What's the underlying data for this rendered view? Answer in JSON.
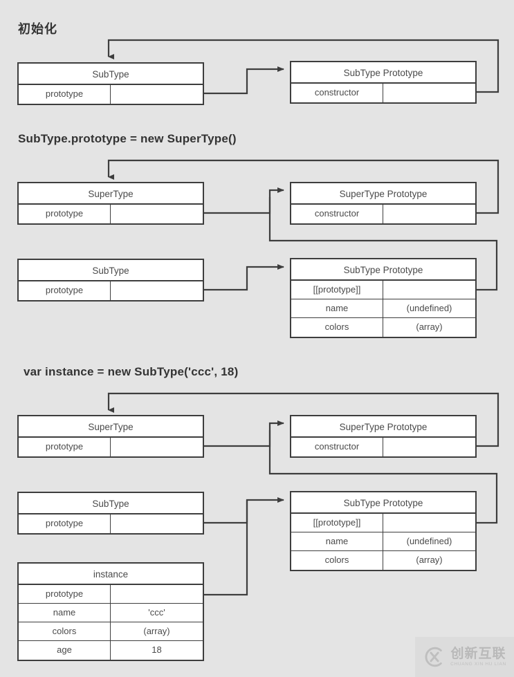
{
  "background_color": "#e4e4e4",
  "line_color": "#3d3d3d",
  "box_fill": "#ffffff",
  "text_color": "#4a4a4a",
  "sections": [
    {
      "title": "初始化",
      "boxes": {
        "subtype": {
          "header": "SubType",
          "rows": [
            {
              "key": "prototype",
              "value": ""
            }
          ]
        },
        "subtype_prototype": {
          "header": "SubType Prototype",
          "rows": [
            {
              "key": "constructor",
              "value": ""
            }
          ]
        }
      }
    },
    {
      "title": "SubType.prototype = new SuperType()",
      "boxes": {
        "supertype": {
          "header": "SuperType",
          "rows": [
            {
              "key": "prototype",
              "value": ""
            }
          ]
        },
        "supertype_prototype": {
          "header": "SuperType Prototype",
          "rows": [
            {
              "key": "constructor",
              "value": ""
            }
          ]
        },
        "subtype": {
          "header": "SubType",
          "rows": [
            {
              "key": "prototype",
              "value": ""
            }
          ]
        },
        "subtype_prototype": {
          "header": "SubType Prototype",
          "rows": [
            {
              "key": "[[prototype]]",
              "value": ""
            },
            {
              "key": "name",
              "value": "(undefined)"
            },
            {
              "key": "colors",
              "value": "(array)"
            }
          ]
        }
      }
    },
    {
      "title": "var instance = new SubType('ccc', 18)",
      "boxes": {
        "supertype": {
          "header": "SuperType",
          "rows": [
            {
              "key": "prototype",
              "value": ""
            }
          ]
        },
        "supertype_prototype": {
          "header": "SuperType Prototype",
          "rows": [
            {
              "key": "constructor",
              "value": ""
            }
          ]
        },
        "subtype": {
          "header": "SubType",
          "rows": [
            {
              "key": "prototype",
              "value": ""
            }
          ]
        },
        "subtype_prototype": {
          "header": "SubType Prototype",
          "rows": [
            {
              "key": "[[prototype]]",
              "value": ""
            },
            {
              "key": "name",
              "value": "(undefined)"
            },
            {
              "key": "colors",
              "value": "(array)"
            }
          ]
        },
        "instance": {
          "header": "instance",
          "rows": [
            {
              "key": "prototype",
              "value": ""
            },
            {
              "key": "name",
              "value": "'ccc'"
            },
            {
              "key": "colors",
              "value": "(array)"
            },
            {
              "key": "age",
              "value": "18"
            }
          ]
        }
      }
    }
  ],
  "watermark": {
    "logo": "cx-logo-icon",
    "chinese": "创新互联",
    "pinyin": "CHUANG XIN HU LIAN"
  }
}
